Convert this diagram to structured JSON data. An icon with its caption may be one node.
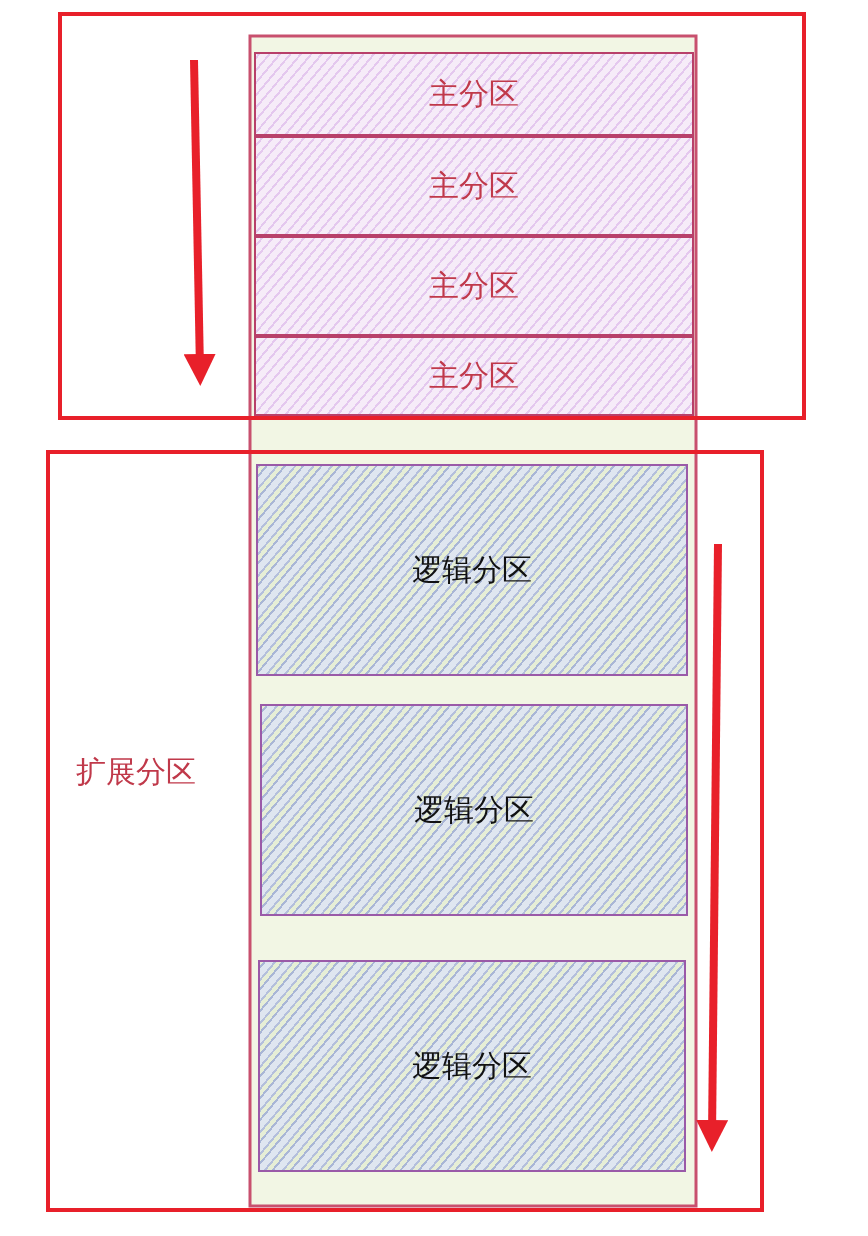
{
  "diagram": {
    "nodes": [
      {
        "text": [],
        "shape": "box"
      },
      {
        "text": [
          "主分区"
        ],
        "in": 0
      },
      {
        "text": [
          "主分区"
        ],
        "in": 0
      },
      {
        "text": [
          "主分区"
        ],
        "in": 0
      },
      {
        "text": [
          "主分区"
        ],
        "in": 0
      },
      {
        "text": [
          "扩展分区"
        ]
      },
      {
        "text": [
          "逻辑分区"
        ],
        "in": 5
      },
      {
        "text": [
          "逻辑分区"
        ],
        "in": 5
      },
      {
        "text": [
          "逻辑分区"
        ],
        "in": 5
      }
    ],
    "edges": []
  }
}
